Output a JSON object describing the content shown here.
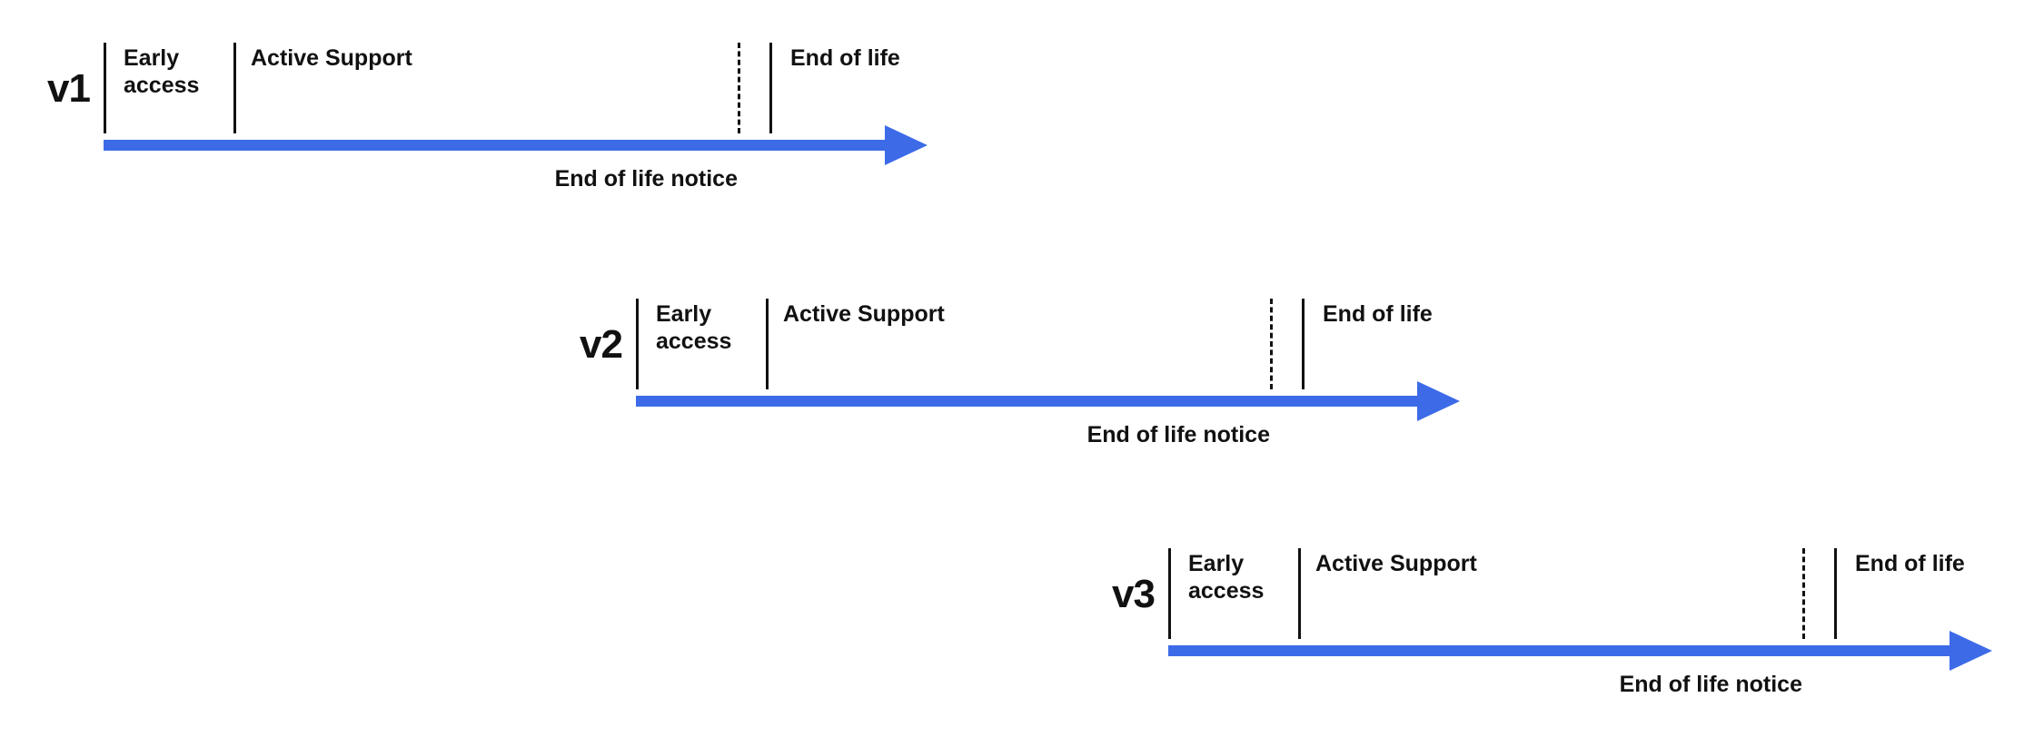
{
  "colors": {
    "accent": "#3d6be8",
    "text": "#111111",
    "background": "#ffffff"
  },
  "timelines": [
    {
      "version": "v1",
      "phases": {
        "early_access": "Early access",
        "active_support": "Active Support",
        "end_of_life": "End of life",
        "end_of_life_notice": "End of life notice"
      }
    },
    {
      "version": "v2",
      "phases": {
        "early_access": "Early access",
        "active_support": "Active Support",
        "end_of_life": "End of life",
        "end_of_life_notice": "End of life notice"
      }
    },
    {
      "version": "v3",
      "phases": {
        "early_access": "Early access",
        "active_support": "Active Support",
        "end_of_life": "End of life",
        "end_of_life_notice": "End of life notice"
      }
    }
  ]
}
